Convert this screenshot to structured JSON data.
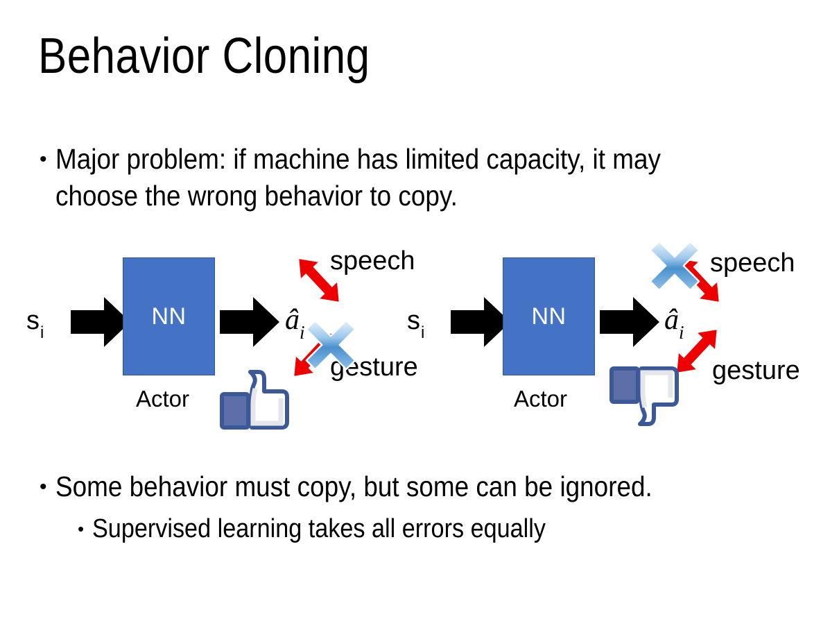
{
  "slide": {
    "title": "Behavior Cloning",
    "background_color": "#FFFFFF"
  },
  "bullets": {
    "top": {
      "marker": "•",
      "text": "Major problem: if machine has limited capacity, it may choose the wrong behavior to copy."
    },
    "bottom_primary": {
      "marker": "•",
      "text": "Some behavior must copy, but some can be ignored."
    },
    "bottom_sub": {
      "marker": "•",
      "text": "Supervised learning takes all errors equally"
    }
  },
  "diagrams": [
    {
      "id": "left",
      "state_label": "s",
      "state_subscript": "i",
      "network_label": "NN",
      "network_caption": "Actor",
      "output_label": "â",
      "output_subscript": "i",
      "branches": [
        {
          "name": "speech",
          "label": "speech",
          "crossed_out": false
        },
        {
          "name": "gesture",
          "label": "gesture",
          "crossed_out": true
        }
      ],
      "verdict": "thumbs-up"
    },
    {
      "id": "right",
      "state_label": "s",
      "state_subscript": "i",
      "network_label": "NN",
      "network_caption": "Actor",
      "output_label": "â",
      "output_subscript": "i",
      "branches": [
        {
          "name": "speech",
          "label": "speech",
          "crossed_out": true
        },
        {
          "name": "gesture",
          "label": "gesture",
          "crossed_out": false
        }
      ],
      "verdict": "thumbs-down"
    }
  ],
  "colors": {
    "network_fill": "#4472C4",
    "network_border": "#2E5597",
    "arrow_black": "#000000",
    "branch_arrow_red": "#EE0000",
    "cross_blue_light": "#CFE3F7",
    "cross_blue_mid": "#5B9BD5",
    "cross_blue_dark": "#2E75B6",
    "thumb_outline": "#3B5998",
    "thumb_fill": "#FFFFFF",
    "thumb_sleeve": "#5C6FA8",
    "text_black": "#000000"
  }
}
